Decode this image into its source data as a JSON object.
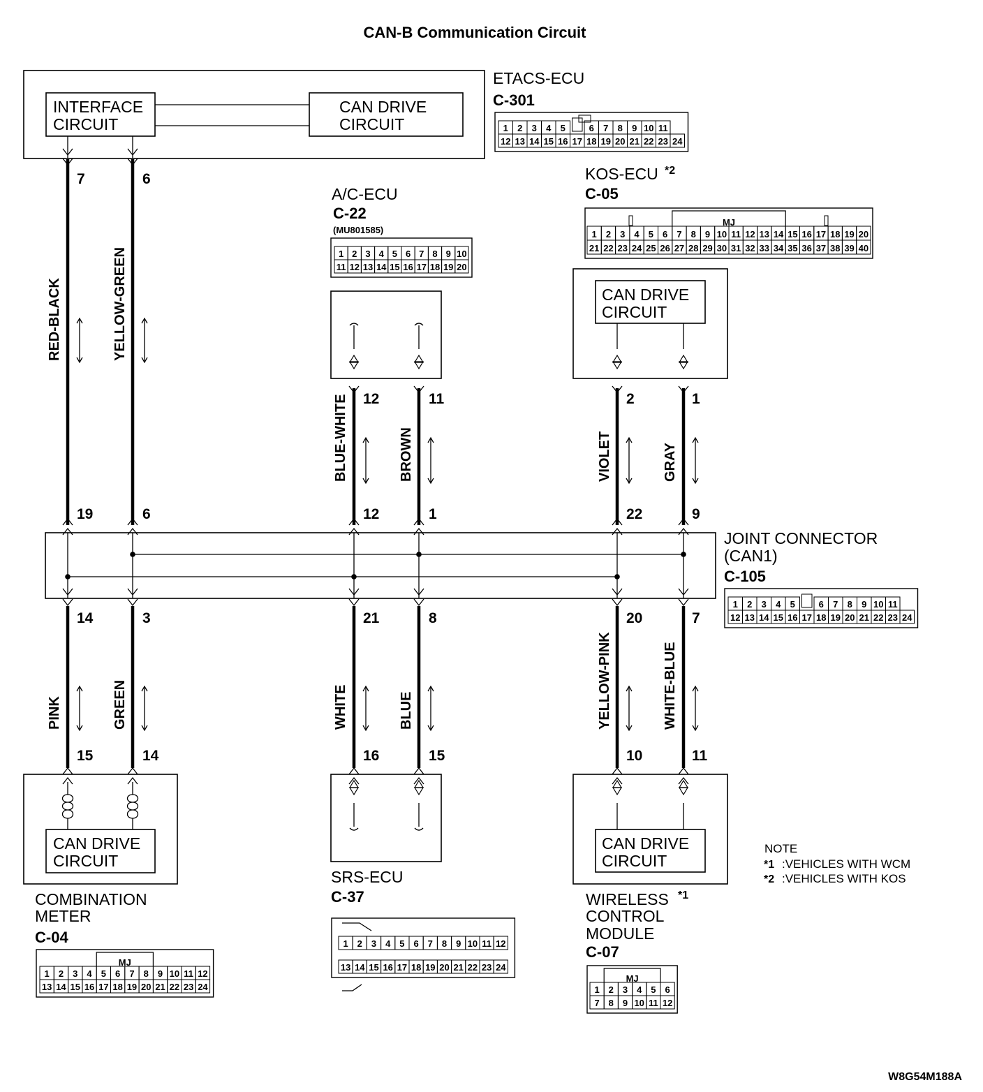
{
  "title": "CAN-B Communication Circuit",
  "etacs": {
    "name": "ETACS-ECU",
    "connector": "C-301",
    "block_interface_line1": "INTERFACE",
    "block_interface_line2": "CIRCUIT",
    "block_can_line1": "CAN DRIVE",
    "block_can_line2": "CIRCUIT",
    "pins_top": [
      "1",
      "2",
      "3",
      "4",
      "5",
      "",
      "6",
      "7",
      "8",
      "9",
      "10",
      "11"
    ],
    "pins_bottom": [
      "12",
      "13",
      "14",
      "15",
      "16",
      "17",
      "18",
      "19",
      "20",
      "21",
      "22",
      "23",
      "24"
    ]
  },
  "kos": {
    "name": "KOS-ECU",
    "mark": "*2",
    "connector": "C-05",
    "mj": "MJ",
    "block_line1": "CAN DRIVE",
    "block_line2": "CIRCUIT",
    "pins_top": [
      "1",
      "2",
      "3",
      "4",
      "5",
      "6",
      "7",
      "8",
      "9",
      "10",
      "11",
      "12",
      "13",
      "14",
      "15",
      "16",
      "17",
      "18",
      "19",
      "20"
    ],
    "pins_bottom": [
      "21",
      "22",
      "23",
      "24",
      "25",
      "26",
      "27",
      "28",
      "29",
      "30",
      "31",
      "32",
      "33",
      "34",
      "35",
      "36",
      "37",
      "38",
      "39",
      "40"
    ]
  },
  "ac": {
    "name": "A/C-ECU",
    "connector": "C-22",
    "part": "(MU801585)",
    "pins_top": [
      "1",
      "2",
      "3",
      "4",
      "5",
      "6",
      "7",
      "8",
      "9",
      "10"
    ],
    "pins_bottom": [
      "11",
      "12",
      "13",
      "14",
      "15",
      "16",
      "17",
      "18",
      "19",
      "20"
    ]
  },
  "joint": {
    "name_line1": "JOINT CONNECTOR",
    "name_line2": "(CAN1)",
    "connector": "C-105",
    "pins_top": [
      "1",
      "2",
      "3",
      "4",
      "5",
      "",
      "6",
      "7",
      "8",
      "9",
      "10",
      "11"
    ],
    "pins_bottom": [
      "12",
      "13",
      "14",
      "15",
      "16",
      "17",
      "18",
      "19",
      "20",
      "21",
      "22",
      "23",
      "24"
    ]
  },
  "combo": {
    "name_line1": "COMBINATION",
    "name_line2": "METER",
    "connector": "C-04",
    "mj": "MJ",
    "block_line1": "CAN DRIVE",
    "block_line2": "CIRCUIT",
    "pins_top": [
      "1",
      "2",
      "3",
      "4",
      "5",
      "6",
      "7",
      "8",
      "9",
      "10",
      "11",
      "12"
    ],
    "pins_bottom": [
      "13",
      "14",
      "15",
      "16",
      "17",
      "18",
      "19",
      "20",
      "21",
      "22",
      "23",
      "24"
    ]
  },
  "srs": {
    "name": "SRS-ECU",
    "connector": "C-37",
    "pins_top": [
      "1",
      "2",
      "3",
      "4",
      "5",
      "6",
      "7",
      "8",
      "9",
      "10",
      "11",
      "12"
    ],
    "pins_bottom": [
      "13",
      "14",
      "15",
      "16",
      "17",
      "18",
      "19",
      "20",
      "21",
      "22",
      "23",
      "24"
    ]
  },
  "wcm": {
    "name_line1": "WIRELESS",
    "mark": "*1",
    "name_line2": "CONTROL",
    "name_line3": "MODULE",
    "connector": "C-07",
    "mj": "MJ",
    "block_line1": "CAN DRIVE",
    "block_line2": "CIRCUIT",
    "pins_top": [
      "1",
      "2",
      "3",
      "4",
      "5",
      "6"
    ],
    "pins_bottom": [
      "7",
      "8",
      "9",
      "10",
      "11",
      "12"
    ]
  },
  "wires": {
    "upper": [
      {
        "color": "RED-BLACK",
        "pin_top": "7",
        "pin_bottom": "19"
      },
      {
        "color": "YELLOW-GREEN",
        "pin_top": "6",
        "pin_bottom": "6"
      },
      {
        "color": "BLUE-WHITE",
        "pin_top": "12",
        "pin_bottom": "12"
      },
      {
        "color": "BROWN",
        "pin_top": "11",
        "pin_bottom": "1"
      },
      {
        "color": "VIOLET",
        "pin_top": "2",
        "pin_bottom": "22"
      },
      {
        "color": "GRAY",
        "pin_top": "1",
        "pin_bottom": "9"
      }
    ],
    "lower": [
      {
        "color": "PINK",
        "pin_top": "14",
        "pin_bottom": "15"
      },
      {
        "color": "GREEN",
        "pin_top": "3",
        "pin_bottom": "14"
      },
      {
        "color": "WHITE",
        "pin_top": "21",
        "pin_bottom": "16"
      },
      {
        "color": "BLUE",
        "pin_top": "8",
        "pin_bottom": "15"
      },
      {
        "color": "YELLOW-PINK",
        "pin_top": "20",
        "pin_bottom": "10"
      },
      {
        "color": "WHITE-BLUE",
        "pin_top": "7",
        "pin_bottom": "11"
      }
    ]
  },
  "note": {
    "heading": "NOTE",
    "line1_mark": "*1",
    "line1": ":VEHICLES WITH WCM",
    "line2_mark": "*2",
    "line2": ":VEHICLES WITH KOS"
  },
  "ref_code": "W8G54M188A"
}
